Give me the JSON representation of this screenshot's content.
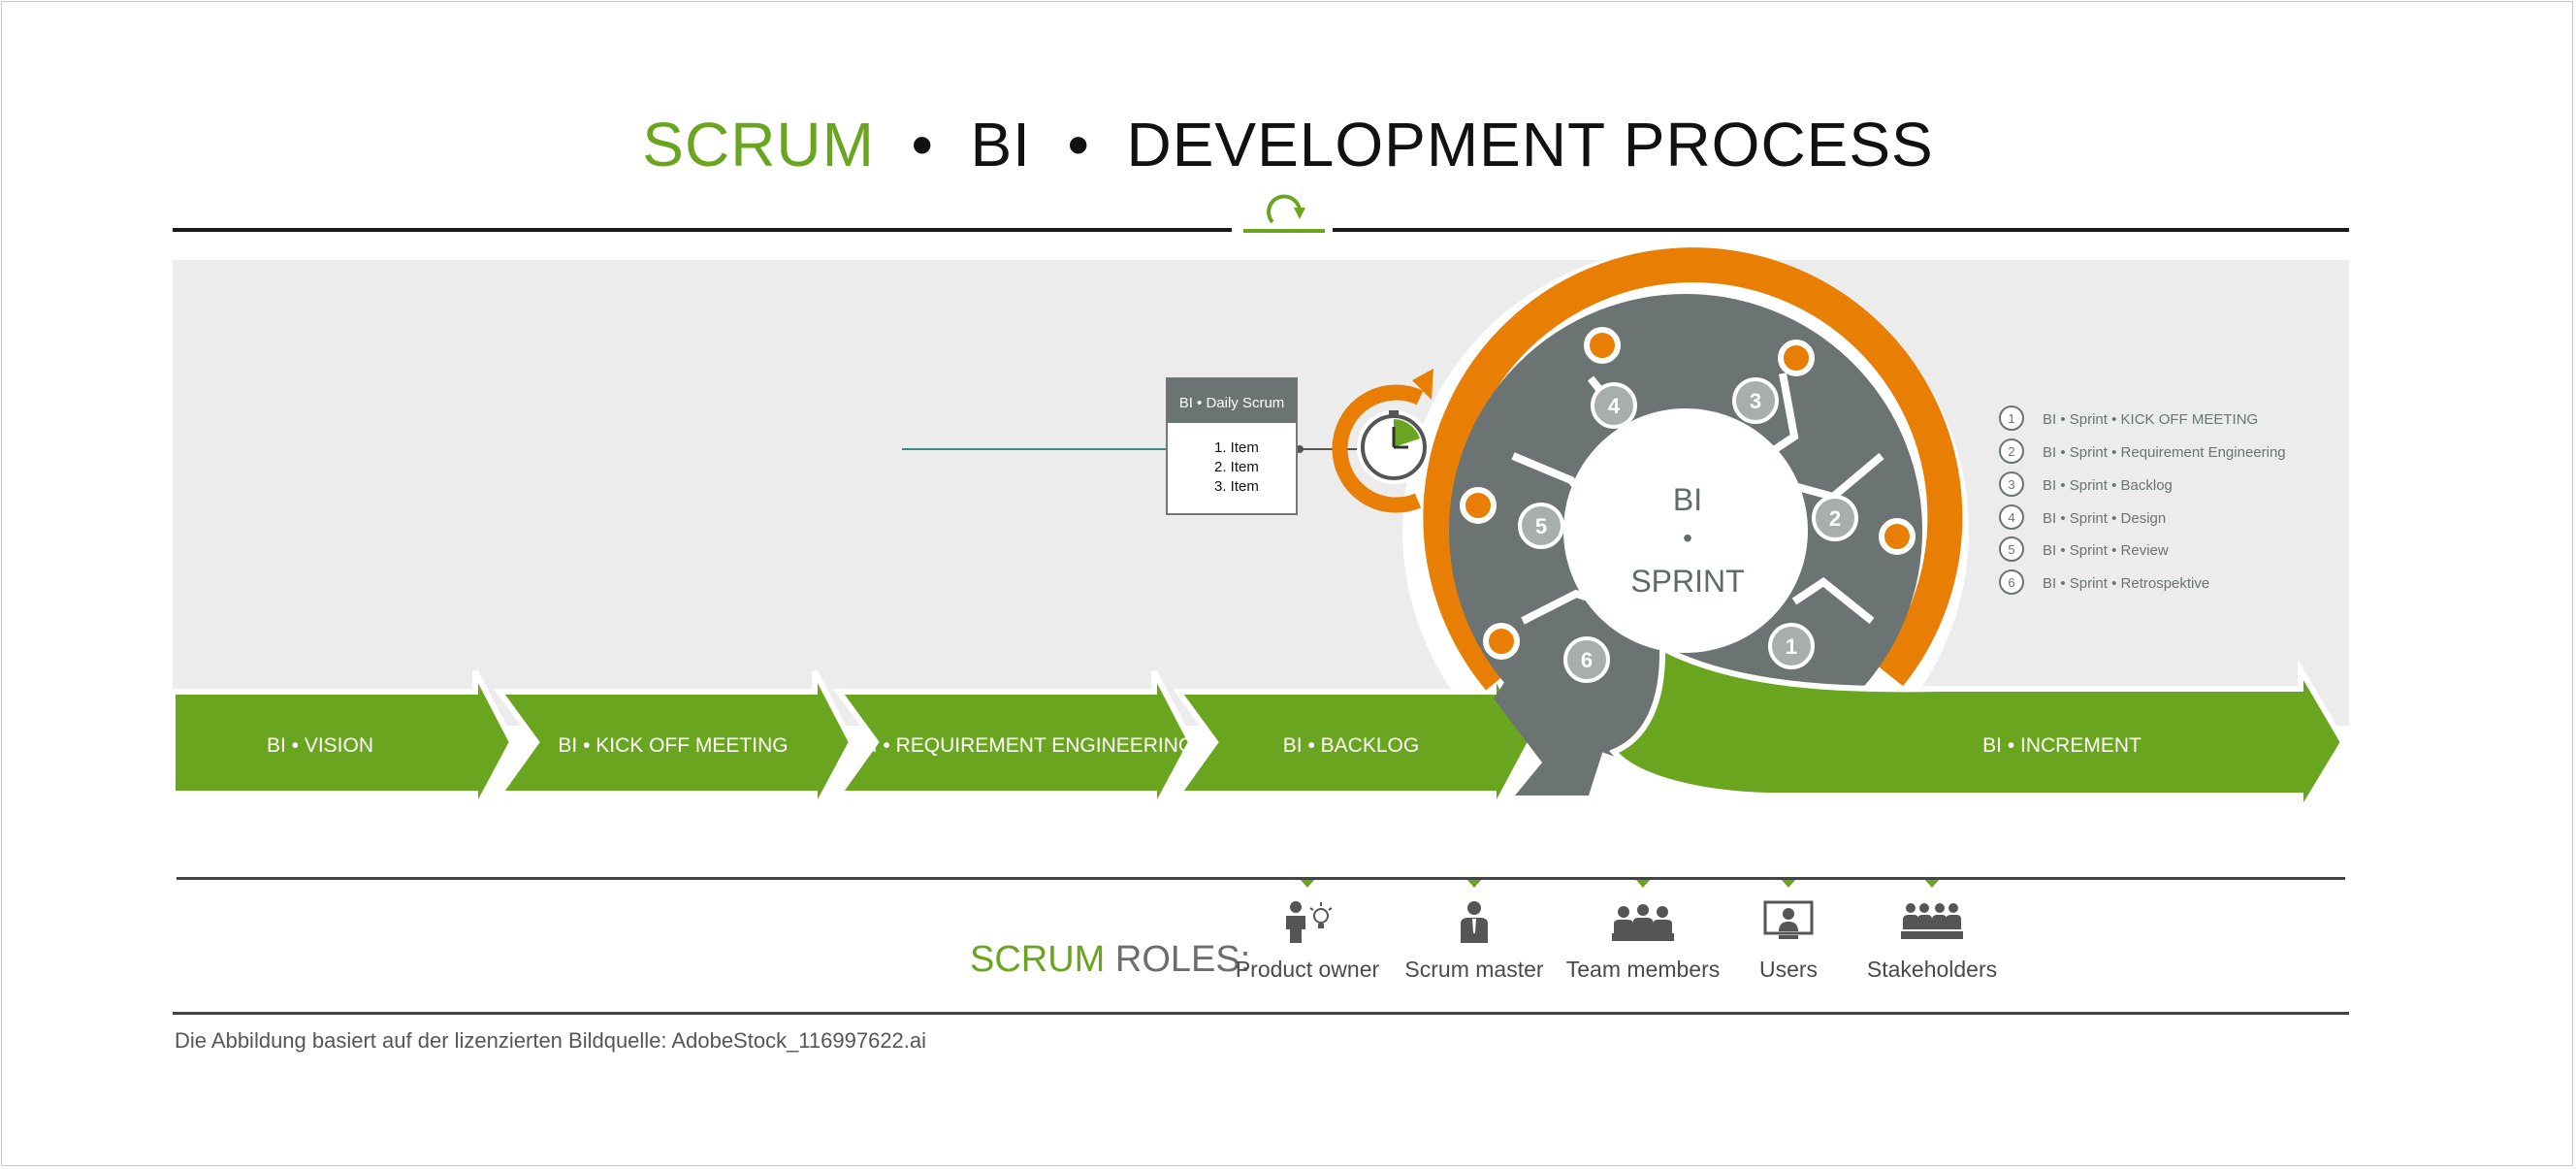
{
  "title": {
    "part1": "SCRUM",
    "sep": "•",
    "part2": "BI",
    "part3": "DEVELOPMENT PROCESS"
  },
  "colors": {
    "green": "#6aa520",
    "orange": "#e87e04",
    "grey": "#6b7373",
    "panel": "#ececec"
  },
  "icons": {
    "cycle": "refresh-cycle-icon",
    "clock": "stopwatch-icon"
  },
  "arrows": [
    {
      "label": "BI  •  VISION"
    },
    {
      "label": "BI  •  KICK OFF MEETING"
    },
    {
      "label": "BI  •  REQUIREMENT ENGINEERING"
    },
    {
      "label": "BI  •  BACKLOG"
    },
    {
      "label": "BI  •  INCREMENT"
    }
  ],
  "daily_scrum": {
    "header": "BI  •  Daily Scrum",
    "items": [
      "1. Item",
      "2. Item",
      "3. Item"
    ]
  },
  "sprint": {
    "center_top": "BI",
    "center_dot": "•",
    "center_bottom": "SPRINT",
    "segments": [
      "1",
      "2",
      "3",
      "4",
      "5",
      "6"
    ]
  },
  "legend": [
    {
      "num": "1",
      "text": "BI  •  Sprint  • KICK OFF MEETING"
    },
    {
      "num": "2",
      "text": "BI  •  Sprint  • Requirement Engineering"
    },
    {
      "num": "3",
      "text": "BI  •  Sprint  • Backlog"
    },
    {
      "num": "4",
      "text": "BI  •  Sprint  • Design"
    },
    {
      "num": "5",
      "text": "BI  •  Sprint  • Review"
    },
    {
      "num": "6",
      "text": "BI  •  Sprint  • Retrospektive"
    }
  ],
  "roles": {
    "label_green": "SCRUM",
    "label_rest": "ROLES:",
    "items": [
      {
        "label": "Product owner",
        "icon": "product-owner-icon"
      },
      {
        "label": "Scrum master",
        "icon": "scrum-master-icon"
      },
      {
        "label": "Team members",
        "icon": "team-members-icon"
      },
      {
        "label": "Users",
        "icon": "users-icon"
      },
      {
        "label": "Stakeholders",
        "icon": "stakeholders-icon"
      }
    ]
  },
  "footer": "Die Abbildung basiert auf der lizenzierten Bildquelle: AdobeStock_116997622.ai"
}
